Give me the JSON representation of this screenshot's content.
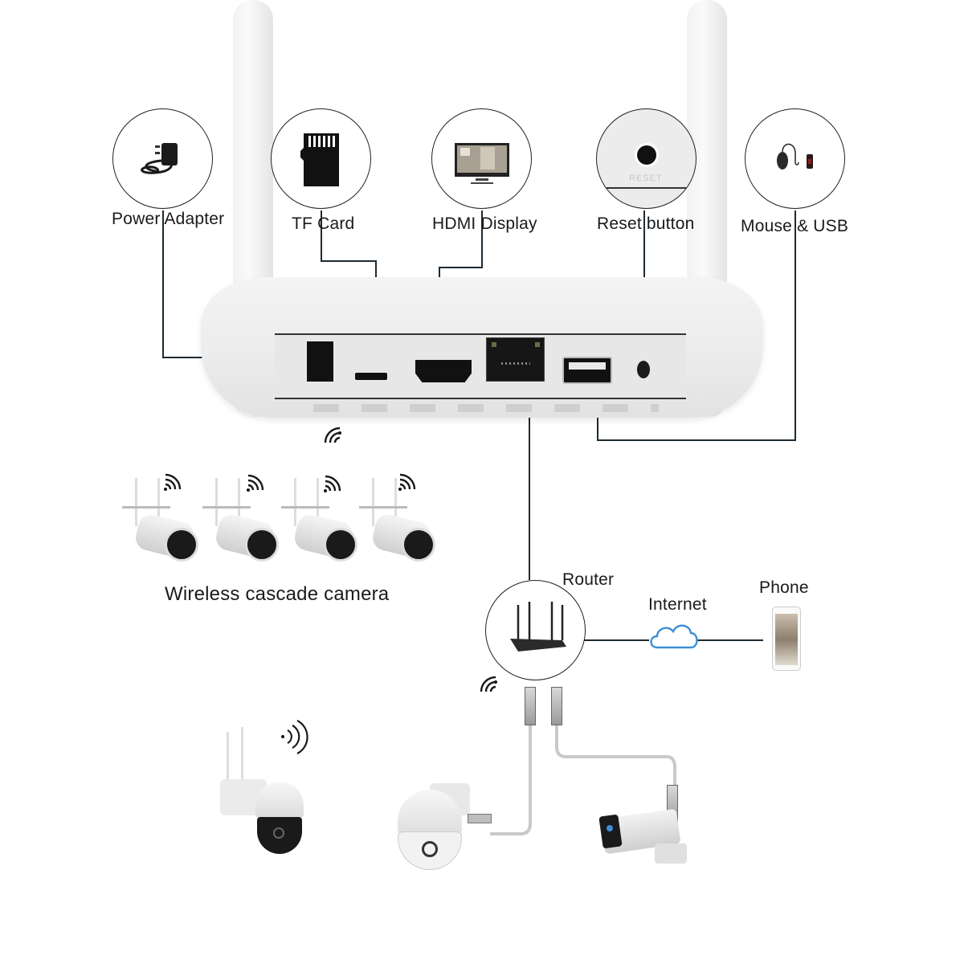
{
  "diagram": {
    "title": "NVR connection diagram",
    "accessories": [
      {
        "id": "power",
        "label": "Power Adapter",
        "icon": "power-adapter-icon"
      },
      {
        "id": "tf",
        "label": "TF Card",
        "icon": "tf-card-icon"
      },
      {
        "id": "hdmi",
        "label": "HDMI Display",
        "icon": "hdmi-display-icon"
      },
      {
        "id": "reset",
        "label": "Reset button",
        "icon": "reset-button-icon",
        "inner_text": "RESET"
      },
      {
        "id": "usb",
        "label": "Mouse & USB",
        "icon": "mouse-usb-icon"
      }
    ],
    "nvr_ports": [
      "DC power",
      "TF slot",
      "HDMI",
      "LAN",
      "USB",
      "Reset"
    ],
    "wireless_cameras": {
      "label": "Wireless cascade camera",
      "count": 4
    },
    "network": {
      "router_label": "Router",
      "internet_label": "Internet",
      "phone_label": "Phone"
    },
    "bottom_cameras": [
      {
        "type": "wifi-ptz-camera",
        "connection": "wireless"
      },
      {
        "type": "ptz-dome-camera",
        "connection": "ethernet"
      },
      {
        "type": "bullet-camera",
        "connection": "ethernet"
      }
    ],
    "colors": {
      "line": "#1d2a33",
      "cloud": "#3d8fd6",
      "device": "#eeeeee",
      "port": "#111111"
    }
  }
}
